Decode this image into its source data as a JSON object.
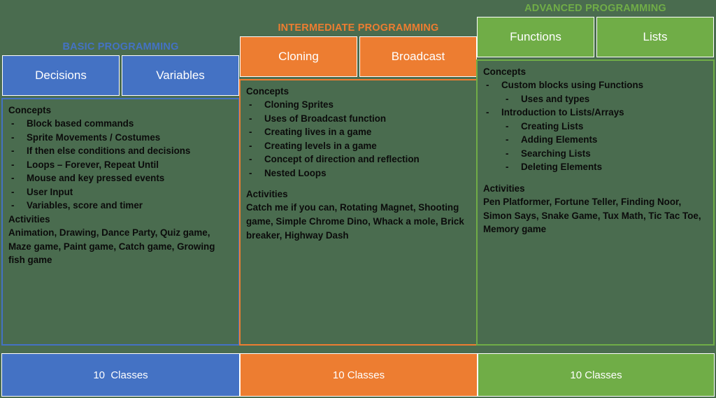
{
  "background_color": "#4a6c4f",
  "columns": [
    {
      "id": "basic",
      "title": "BASIC PROGRAMMING",
      "accent_color": "#4472c4",
      "topics": [
        "Decisions",
        "Variables"
      ],
      "concepts_label": "Concepts",
      "concepts": [
        "Block based commands",
        "Sprite Movements / Costumes",
        "If then else conditions and decisions",
        "Loops – Forever, Repeat Until",
        "Mouse and key pressed events",
        "User Input",
        "Variables, score and timer"
      ],
      "activities_label": "Activities",
      "activities": "Animation, Drawing, Dance Party, Quiz game, Maze game, Paint game, Catch game, Growing fish game",
      "footer": "10  Classes"
    },
    {
      "id": "intermediate",
      "title": "INTERMEDIATE PROGRAMMING",
      "accent_color": "#ed7d31",
      "topics": [
        "Cloning",
        "Broadcast"
      ],
      "concepts_label": "Concepts",
      "concepts": [
        "Cloning Sprites",
        "Uses of Broadcast function",
        "Creating lives in a game",
        "Creating levels in a game",
        "Concept of direction and reflection",
        "Nested Loops"
      ],
      "activities_label": "Activities",
      "activities": "Catch me if you can, Rotating Magnet, Shooting game, Simple Chrome Dino, Whack a mole, Brick breaker, Highway Dash",
      "footer": "10 Classes"
    },
    {
      "id": "advanced",
      "title": "ADVANCED PROGRAMMING",
      "accent_color": "#70ad47",
      "topics": [
        "Functions",
        "Lists"
      ],
      "concepts_label": "Concepts",
      "concepts": [
        "Custom blocks using Functions",
        "Uses and types",
        "Introduction to Lists/Arrays",
        "Creating Lists",
        "Adding Elements",
        "Searching Lists",
        "Deleting Elements"
      ],
      "concepts_levels": [
        0,
        1,
        0,
        1,
        1,
        1,
        1
      ],
      "activities_label": "Activities",
      "activities": "Pen Platformer, Fortune Teller, Finding Noor, Simon Says, Snake Game, Tux Math, Tic Tac Toe, Memory game",
      "footer": "10 Classes"
    }
  ]
}
